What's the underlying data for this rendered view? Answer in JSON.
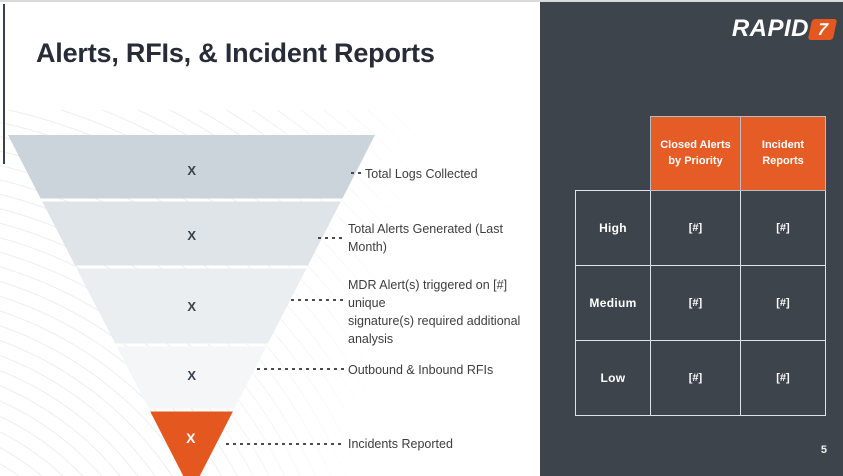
{
  "slide": {
    "title": "Alerts, RFIs, & Incident Reports",
    "page_number": "5"
  },
  "logo": {
    "word": "RAPID",
    "seven": "7"
  },
  "funnel": {
    "levels": [
      {
        "value": "X",
        "label": "Total Logs Collected",
        "color": "#ccd4db"
      },
      {
        "value": "X",
        "label": "Total Alerts Generated (Last\nMonth)",
        "color": "#dfe4e9"
      },
      {
        "value": "X",
        "label": "MDR Alert(s) triggered on [#] unique\nsignature(s) required additional\nanalysis",
        "color": "#eaeef1"
      },
      {
        "value": "X",
        "label": "Outbound & Inbound RFIs",
        "color": "#f4f6f7"
      },
      {
        "value": "X",
        "label": "Incidents Reported",
        "color": "#e4571e"
      }
    ]
  },
  "table": {
    "column_headers": [
      "Closed Alerts by Priority",
      "Incident Reports"
    ],
    "rows": [
      {
        "label": "High",
        "values": [
          "[#]",
          "[#]"
        ]
      },
      {
        "label": "Medium",
        "values": [
          "[#]",
          "[#]"
        ]
      },
      {
        "label": "Low",
        "values": [
          "[#]",
          "[#]"
        ]
      }
    ]
  },
  "colors": {
    "accent_orange": "#e4571e",
    "header_orange": "#e55c26",
    "panel_dark": "#3e444c",
    "title_dark": "#272c37"
  }
}
